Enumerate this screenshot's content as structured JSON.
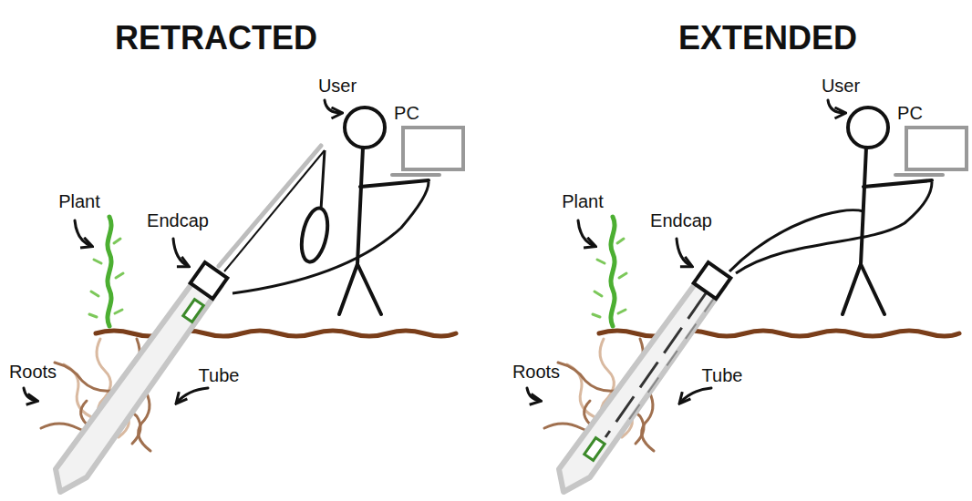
{
  "diagram": {
    "labels": [
      "RETRACTED",
      "User",
      "PC",
      "Plant",
      "Endcap",
      "Roots",
      "Tube",
      "EXTENDED",
      "User",
      "PC",
      "Plant",
      "Endcap",
      "Roots",
      "Tube"
    ]
  }
}
